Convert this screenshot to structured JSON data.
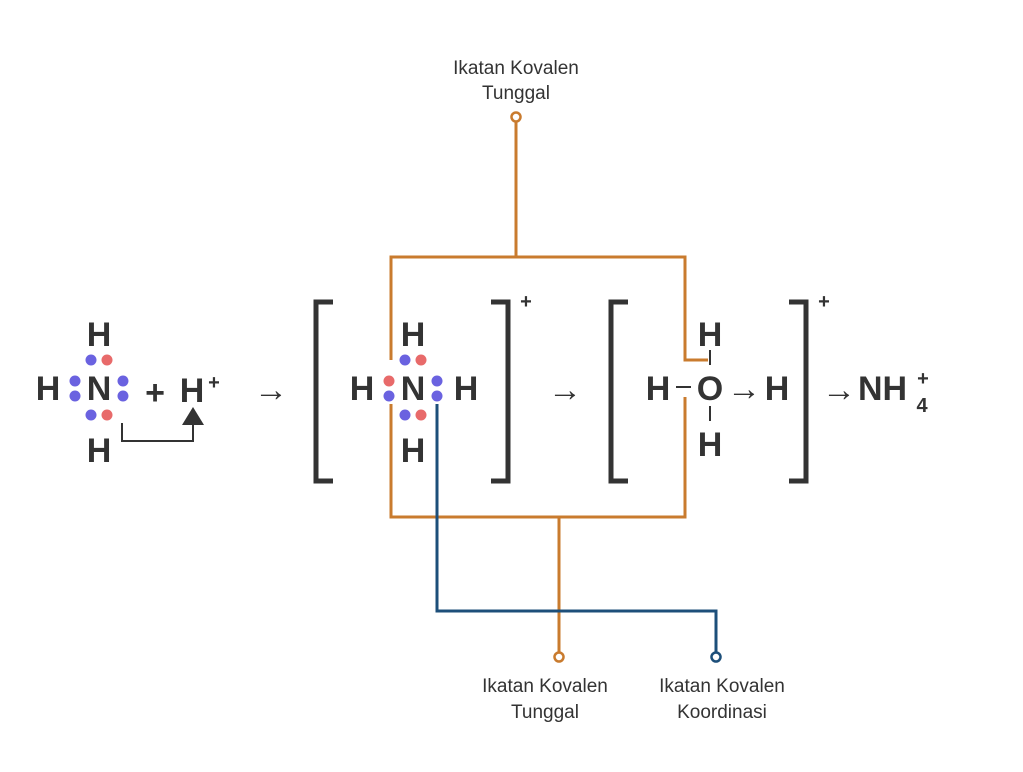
{
  "colors": {
    "ink": "#333333",
    "orange": "#c97b2e",
    "navy": "#1d4f7a",
    "electron_blue": "#6a62e0",
    "electron_red": "#e86a6a"
  },
  "reactant": {
    "center": "N",
    "h_top": "H",
    "h_left": "H",
    "h_bottom": "H",
    "plus": "+",
    "proton": "H",
    "proton_charge": "+"
  },
  "arrows": {
    "a1": "→",
    "a2": "→",
    "a3": "→"
  },
  "complex1": {
    "center": "N",
    "h_top": "H",
    "h_left": "H",
    "h_right": "H",
    "h_bottom": "H",
    "charge": "+"
  },
  "complex2": {
    "center": "O",
    "h_top": "H",
    "h_left": "H",
    "h_right": "H",
    "h_bottom": "H",
    "charge": "+",
    "coord_arrow": "→"
  },
  "product": {
    "formula": "NH",
    "subscript": "4",
    "charge": "+"
  },
  "labels": {
    "top": [
      "Ikatan Kovalen",
      "Tunggal"
    ],
    "bottom_left": [
      "Ikatan Kovalen",
      "Tunggal"
    ],
    "bottom_right": [
      "Ikatan Kovalen",
      "Koordinasi"
    ]
  }
}
